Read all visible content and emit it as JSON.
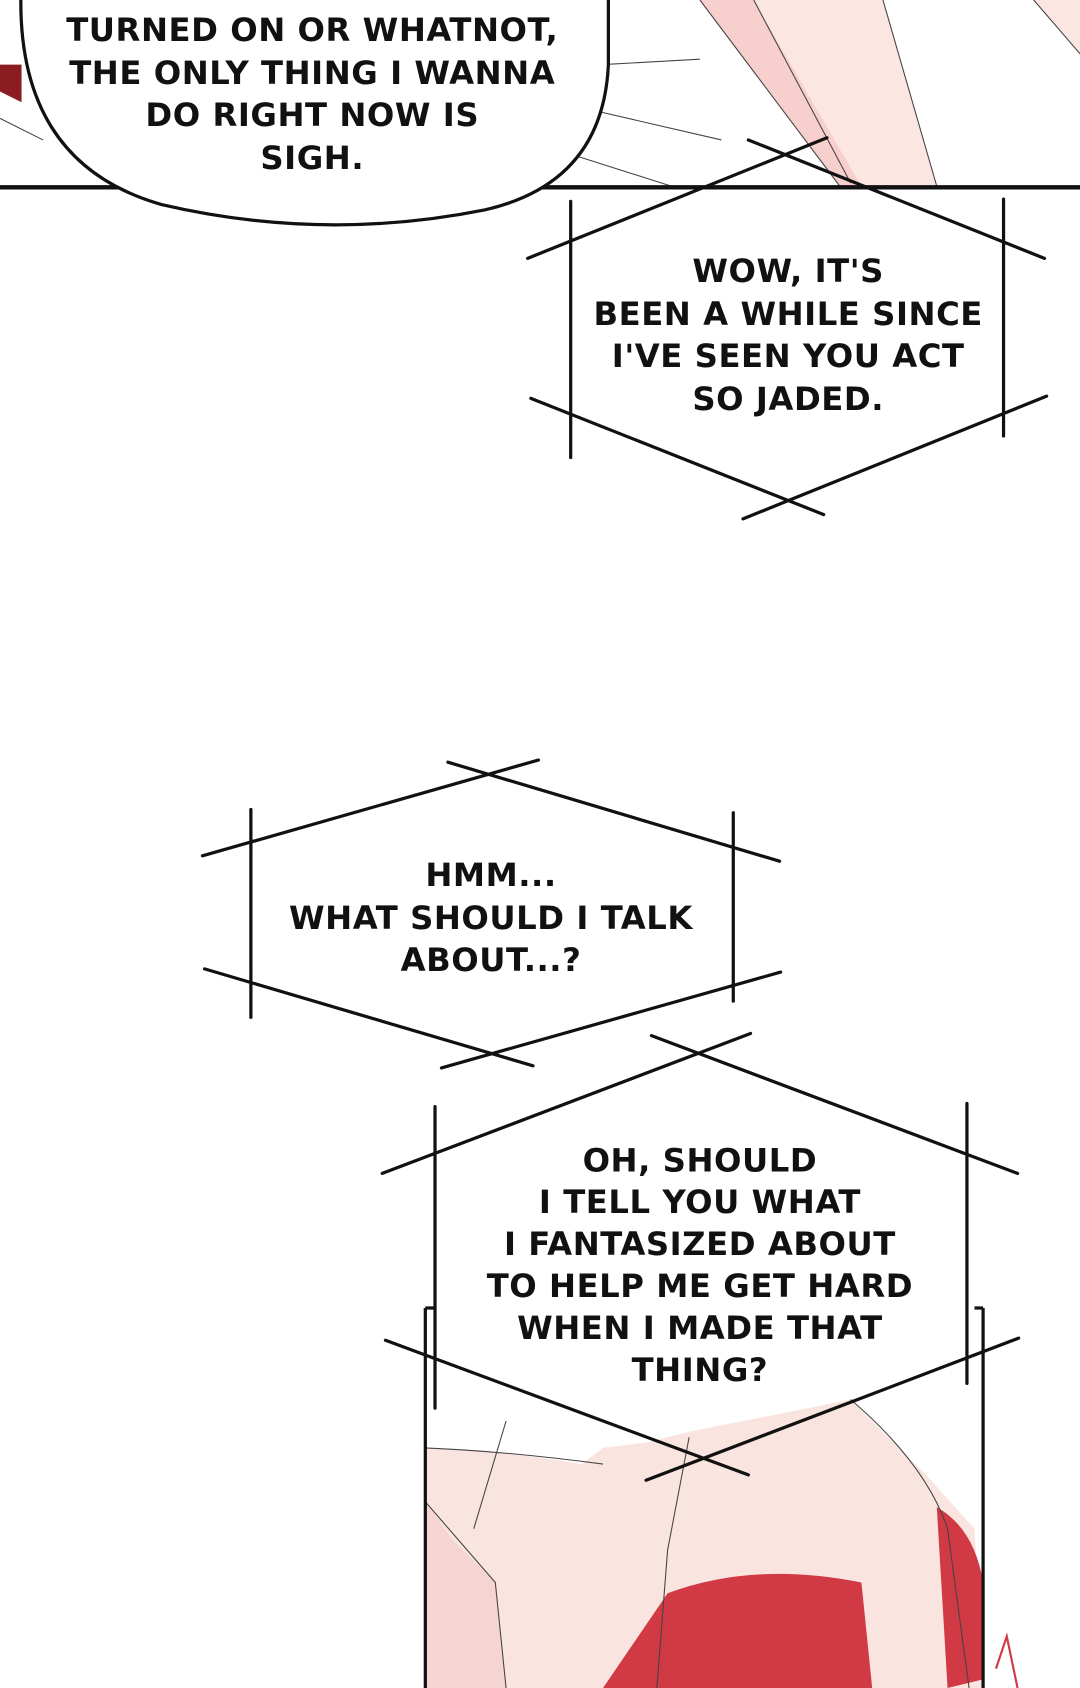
{
  "panels": [
    {
      "type": "speech-bubble",
      "lines": [
        "TURNED ON OR WHATNOT,",
        "THE ONLY THING I WANNA",
        "DO RIGHT NOW IS",
        "SIGH."
      ]
    },
    {
      "type": "hexagon-caption",
      "lines": [
        "WOW, IT'S",
        "BEEN A WHILE SINCE",
        "I'VE SEEN YOU ACT",
        "SO JADED."
      ]
    },
    {
      "type": "hexagon-caption",
      "lines": [
        "HMM...",
        "WHAT SHOULD I TALK",
        "ABOUT...?"
      ]
    },
    {
      "type": "hexagon-caption",
      "lines": [
        "OH, SHOULD",
        "I TELL YOU WHAT",
        "I FANTASIZED ABOUT",
        "TO HELP ME GET HARD",
        "WHEN I MADE THAT",
        "THING?"
      ]
    }
  ],
  "colors": {
    "skin": "#f9e4df",
    "skin_shadow": "#f2c2c0",
    "red": "#d13a44",
    "ink": "#111111"
  }
}
